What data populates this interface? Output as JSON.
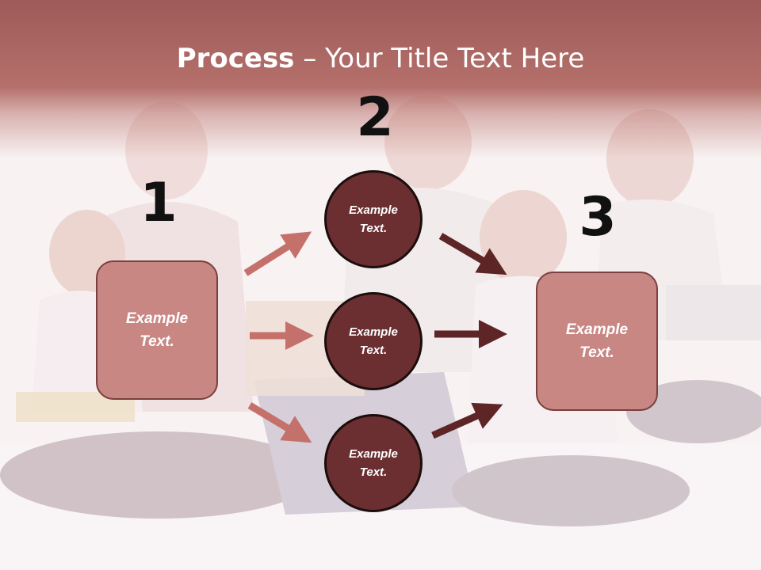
{
  "title": {
    "bold": "Process",
    "rest": " – Your Title Text Here"
  },
  "steps": {
    "one": "1",
    "two": "2",
    "three": "3"
  },
  "boxes": {
    "left": {
      "line1": "Example",
      "line2": "Text."
    },
    "right": {
      "line1": "Example",
      "line2": "Text."
    }
  },
  "circles": [
    {
      "line1": "Example",
      "line2": "Text."
    },
    {
      "line1": "Example",
      "line2": "Text."
    },
    {
      "line1": "Example",
      "line2": "Text."
    }
  ],
  "colors": {
    "header": "#b5706b",
    "box_fill": "#c98784",
    "circle_fill": "#6b2f31",
    "arrow_light": "#c4706b",
    "arrow_dark": "#5e2526"
  },
  "background": "faded photo of family reading books"
}
